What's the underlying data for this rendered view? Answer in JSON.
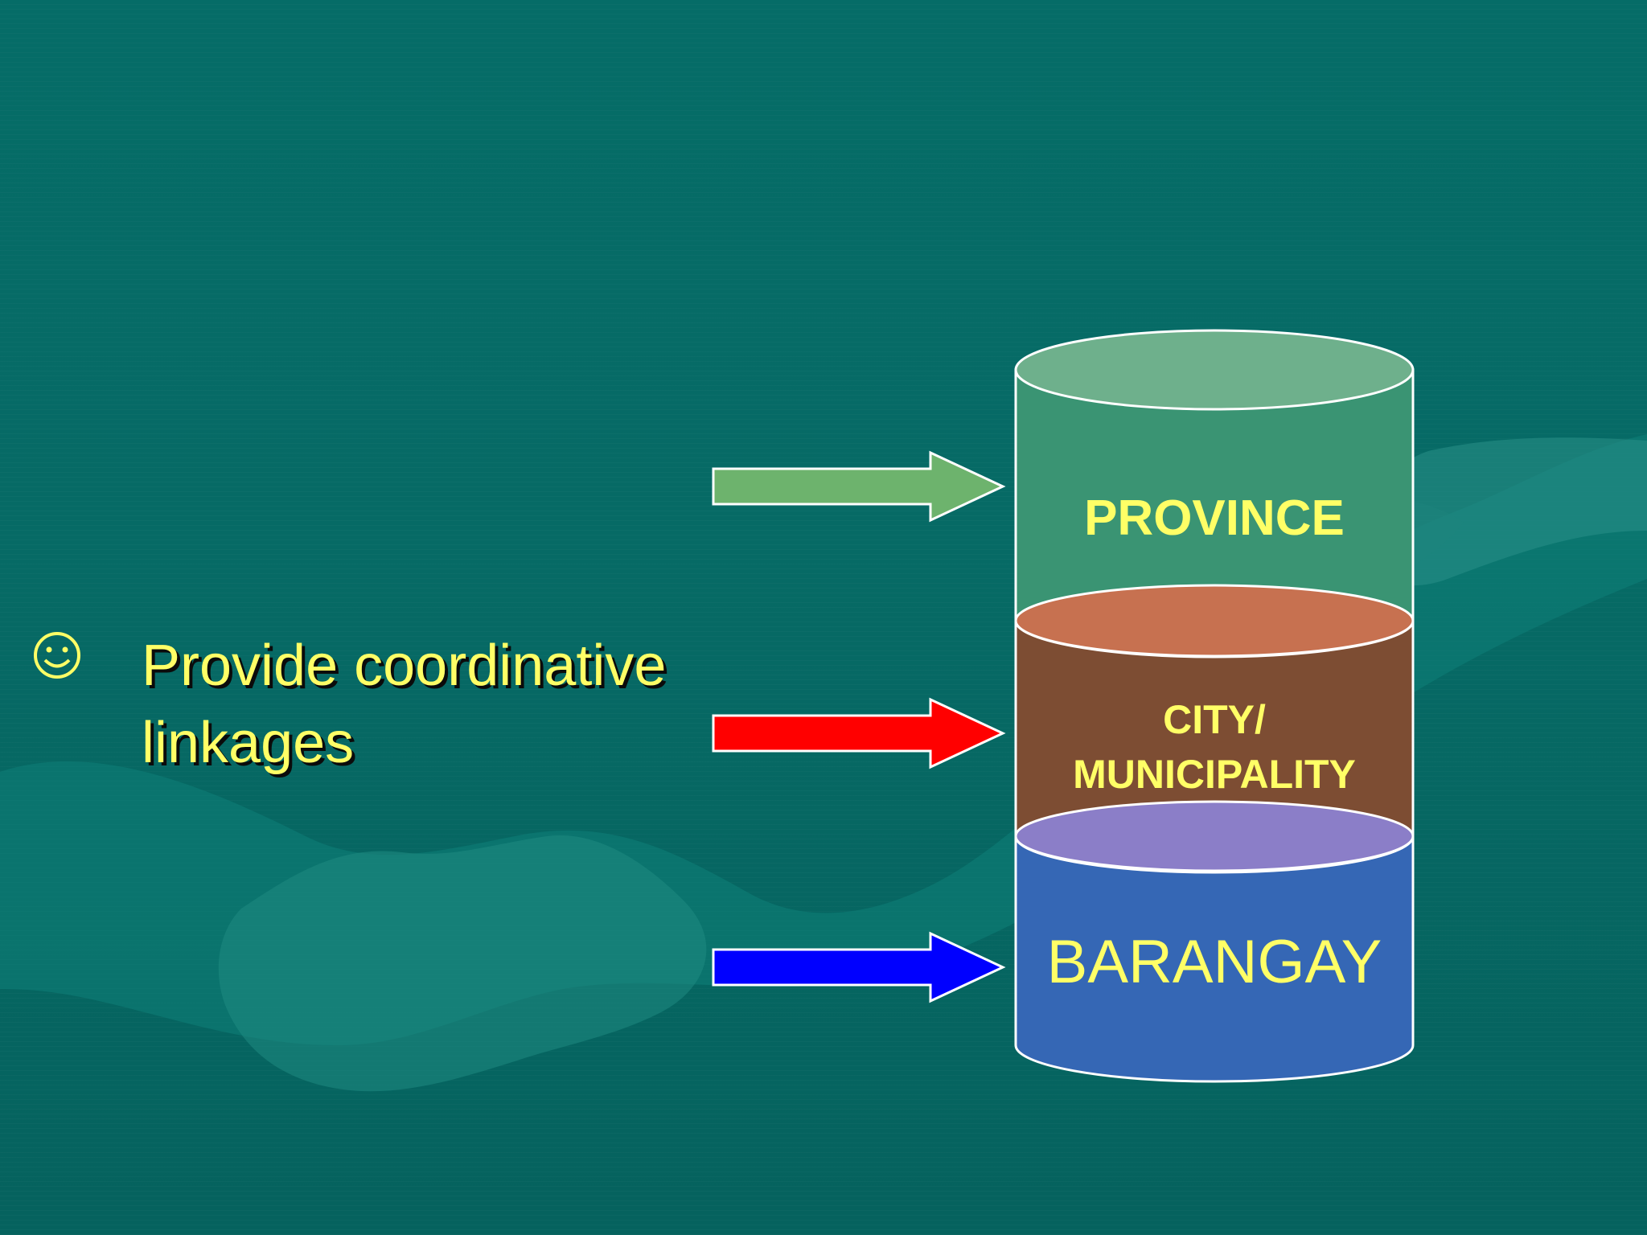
{
  "slide": {
    "bullet_text": "Provide coordinative linkages",
    "bullet_icon": "smiley-face-icon"
  },
  "layers": [
    {
      "label": "PROVINCE",
      "color": "#3a9473",
      "top_color": "#6eb08c",
      "arrow_color": "#6db36d"
    },
    {
      "label": "CITY/\nMUNICIPALITY",
      "label_line1": "CITY/",
      "label_line2": "MUNICIPALITY",
      "color": "#7d4d33",
      "top_color": "#c77150",
      "arrow_color": "#ff0000"
    },
    {
      "label": "BARANGAY",
      "color": "#3567b5",
      "top_color": "#8b7ec8",
      "arrow_color": "#0000ff"
    }
  ],
  "colors": {
    "background": "#066a65",
    "text": "#ffff66",
    "outline": "#ffffff"
  }
}
